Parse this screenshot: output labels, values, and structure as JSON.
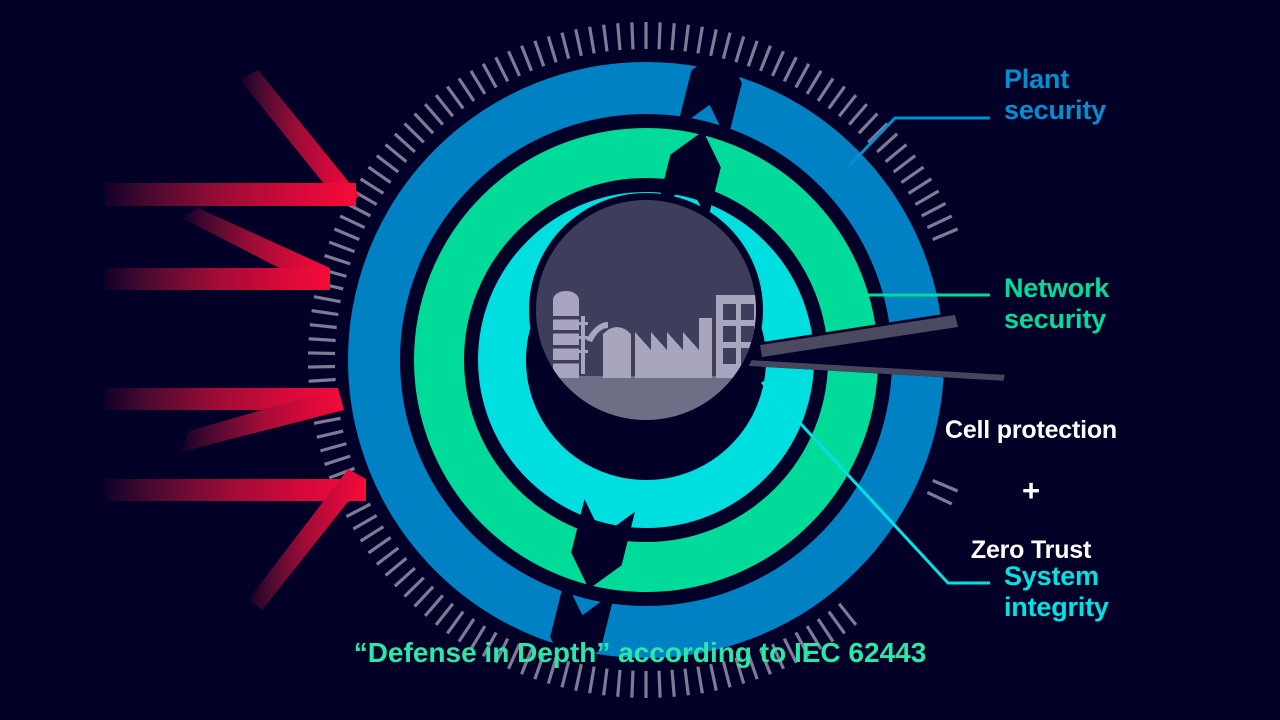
{
  "background_color": "#030028",
  "diagram": {
    "title": "Defense in Depth security onion diagram",
    "center_icon_name": "industrial-plant-icon"
  },
  "labels": {
    "plant_security": "Plant\nsecurity",
    "network_security": "Network\nsecurity",
    "cell_protection_line1": "Cell protection",
    "cell_protection_plus": "+",
    "cell_protection_line2": "Zero Trust",
    "system_integrity": "System\nintegrity"
  },
  "caption": {
    "text": "“Defense in Depth” according to IEC 62443"
  },
  "colors": {
    "background": "#030028",
    "outer_ring_plant_security": "#0081C4",
    "middle_ring_network_security": "#00DB99",
    "inner_ring_system_integrity": "#00DFE0",
    "core_circle": "#3E3D5C",
    "core_ground": "#6E6E87",
    "core_building": "#A7A6BE",
    "tick_marks": "#7C7C94",
    "cut_face": "#4A495F",
    "threat_arrow_bright": "#EE0A35",
    "threat_arrow_dark": "#2A0A2A",
    "label_plant": "#008FD0",
    "label_network": "#00DC9A",
    "label_cell": "#FFFFFF",
    "label_system": "#00E2E4",
    "caption": "#2AE8A8"
  },
  "rings": [
    {
      "name": "plant-security-ring",
      "color": "#0081C4",
      "order": 1
    },
    {
      "name": "network-security-ring",
      "color": "#00DB99",
      "order": 2
    },
    {
      "name": "system-integrity-ring",
      "color": "#00DFE0",
      "order": 3
    }
  ],
  "threat_arrows": {
    "count": 4,
    "name": "threat-arrow",
    "direction": "inward-right"
  },
  "tick_ring": {
    "name": "tick-mark-ring",
    "count": 150
  }
}
